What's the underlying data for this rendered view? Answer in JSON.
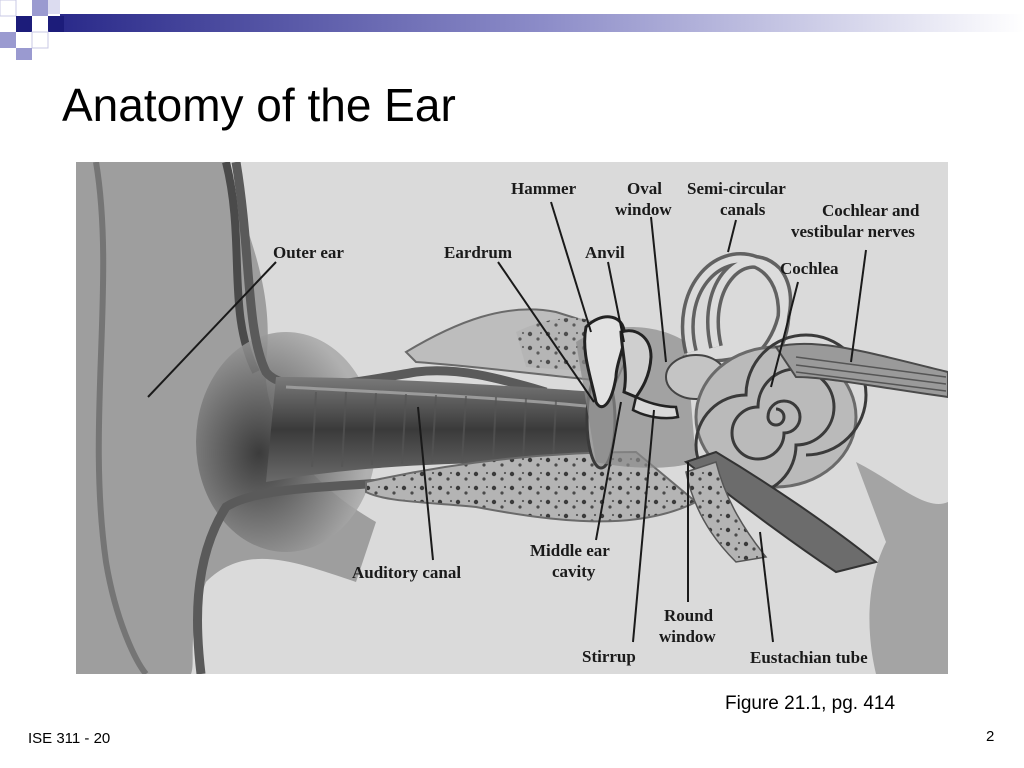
{
  "slide": {
    "title": "Anatomy of the Ear",
    "caption": "Figure 21.1, pg. 414",
    "footer": "ISE 311 - 20",
    "page_number": "2"
  },
  "colors": {
    "deco_dark": "#1c1c7a",
    "deco_light": "#9a9ad0"
  },
  "diagram": {
    "labels": {
      "hammer": "Hammer",
      "oval_window_1": "Oval",
      "oval_window_2": "window",
      "semicircular_1": "Semi-circular",
      "semicircular_2": "canals",
      "cochlear_nerves_1": "Cochlear and",
      "cochlear_nerves_2": "vestibular nerves",
      "outer_ear": "Outer ear",
      "eardrum": "Eardrum",
      "anvil": "Anvil",
      "cochlea": "Cochlea",
      "middle_ear_1": "Middle ear",
      "middle_ear_2": "cavity",
      "auditory_canal": "Auditory canal",
      "round_window_1": "Round",
      "round_window_2": "window",
      "stirrup": "Stirrup",
      "eustachian_tube": "Eustachian tube"
    }
  }
}
